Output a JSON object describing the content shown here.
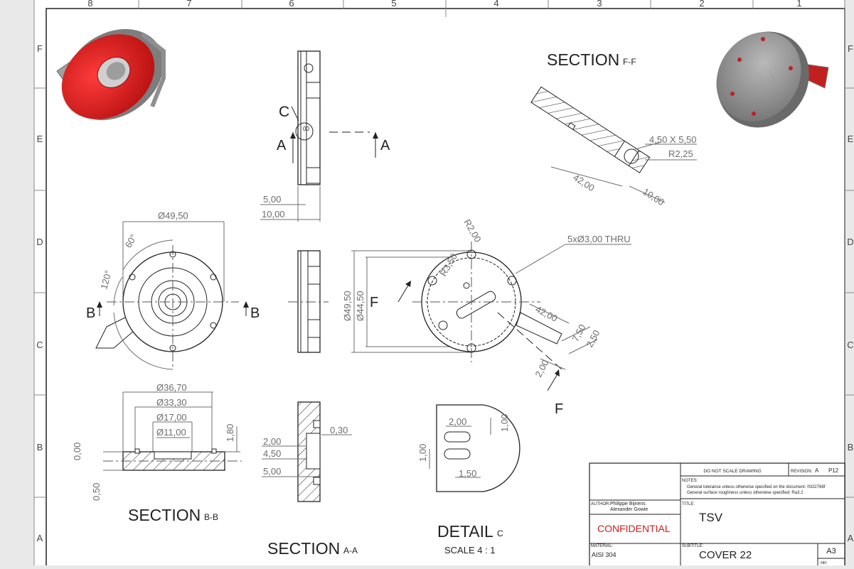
{
  "border": {
    "columns": [
      "8",
      "7",
      "6",
      "5",
      "4",
      "3",
      "2",
      "1"
    ],
    "rows_left": [
      "F",
      "E",
      "D",
      "C",
      "B",
      "A"
    ],
    "rows_right": [
      "F",
      "E",
      "D",
      "C",
      "B",
      "A"
    ]
  },
  "views": {
    "section_ff": {
      "title": "SECTION",
      "tag": "F-F",
      "dims": [
        "4,50 X 5,50",
        "R2,25",
        "42,00",
        "10,00"
      ]
    },
    "side_view": {
      "callout_c": "C",
      "arrow_a_left": "A",
      "arrow_a_right": "A",
      "dim_5": "5,00",
      "dim_10": "10,00"
    },
    "front_view": {
      "dia": "49,50",
      "angle_60": "60°",
      "angle_120": "120°",
      "arrow_b_left": "B",
      "arrow_b_right": "B"
    },
    "right_view": {
      "r200": "R2,00",
      "r350": "R3,50",
      "holes": "5x",
      "holes_dia": "3,00 THRU",
      "d4950": "49,50",
      "d4450": "44,50",
      "f_left": "F",
      "f_bottom": "F",
      "d4200": "42,00",
      "d750": "7,50",
      "d250": "2,50",
      "d200": "2,00"
    },
    "section_bb": {
      "title": "SECTION",
      "tag": "B-B",
      "d3670": "36,70",
      "d3330": "33,30",
      "d1700": "17,00",
      "d1100": "11,00",
      "d180": "1,80",
      "d000": "0,00",
      "d050": "0,50"
    },
    "section_aa": {
      "title": "SECTION",
      "tag": "A-A",
      "d200": "2,00",
      "d450": "4,50",
      "d500": "5,00",
      "d030": "0,30"
    },
    "detail_c": {
      "title": "DETAIL",
      "tag": "C",
      "scale": "SCALE 4 : 1",
      "d200": "2,00",
      "d100v": "1,00",
      "d100l": "1,00",
      "d150": "1,50"
    }
  },
  "title_block": {
    "do_not_scale": "DO NOT SCALE DRAWING",
    "revision_label": "REVISION:",
    "revision": "A",
    "part_no": "P12",
    "notes_label": "NOTES:",
    "note1": "General tolerance unless otherwise specified on the document: ISO2768f",
    "note2": "General surface roughness unless otherwise specified: Ra3.2",
    "author_label": "AUTHOR:",
    "author1": "Philippe Bijnens",
    "author2": "Alexander Gowie",
    "title_label": "TITLE:",
    "title": "TSV",
    "confidential": "CONFIDENTIAL",
    "material_label": "MATERIAL:",
    "material": "AISI 304",
    "subtitle_label": "SUBTITLE:",
    "subtitle": "COVER 22",
    "size": "A3",
    "nr_label": "NR:"
  },
  "colors": {
    "accent_red": "#d41c1c",
    "part_grey": "#8c8c8c",
    "line": "#222222",
    "dim": "#6d6d6d"
  }
}
